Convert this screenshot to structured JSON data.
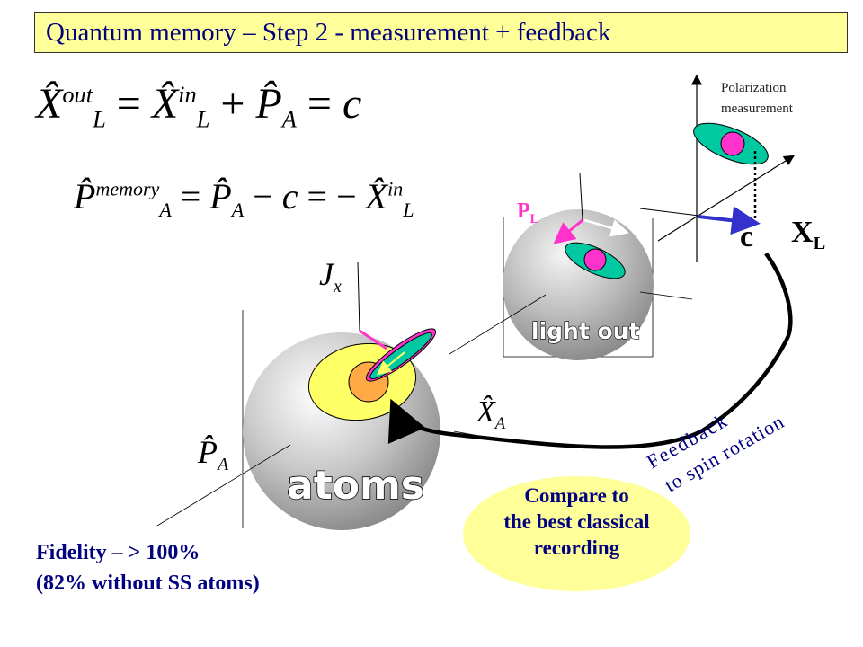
{
  "title": "Quantum memory – Step 2 - measurement + feedback",
  "eq1": {
    "lhs": "X̂",
    "lhs_sup": "out",
    "lhs_sub": "L",
    "x_in": "X̂",
    "in_sup": "in",
    "in_sub": "L",
    "p": "P̂",
    "p_sub": "A",
    "c": "c"
  },
  "eq2": {
    "lhs": "P̂",
    "lhs_sup": "memory",
    "lhs_sub": "A",
    "p": "P̂",
    "p_sub": "A",
    "c": "c",
    "x": "X̂",
    "x_sup": "in",
    "x_sub": "L"
  },
  "labels": {
    "polarization": "Polarization",
    "measurement": "measurement",
    "pl": "P",
    "pl_sub": "L",
    "xl": "X",
    "xl_sub": "L",
    "c": "c",
    "jx": "J",
    "jx_sub": "x",
    "light_out": "light out",
    "atoms": "atoms",
    "pa": "P̂",
    "pa_sub": "A",
    "xa": "X̂",
    "xa_sub": "A",
    "feedback1": "Feedback",
    "feedback2": "to spin rotation",
    "fidelity1": "Fidelity – > 100%",
    "fidelity2": "(82% without SS atoms)",
    "compare1": "Compare to",
    "compare2": "the best classical",
    "compare3": "recording"
  },
  "colors": {
    "title_bg": "#ffff99",
    "title_text": "#000080",
    "teal": "#00c8a0",
    "magenta": "#ff33cc",
    "yellow": "#ffff66",
    "orange": "#ffaa44",
    "blue_arrow": "#3333cc",
    "pl_color": "#ff33cc",
    "compare_bg": "#ffff99"
  }
}
